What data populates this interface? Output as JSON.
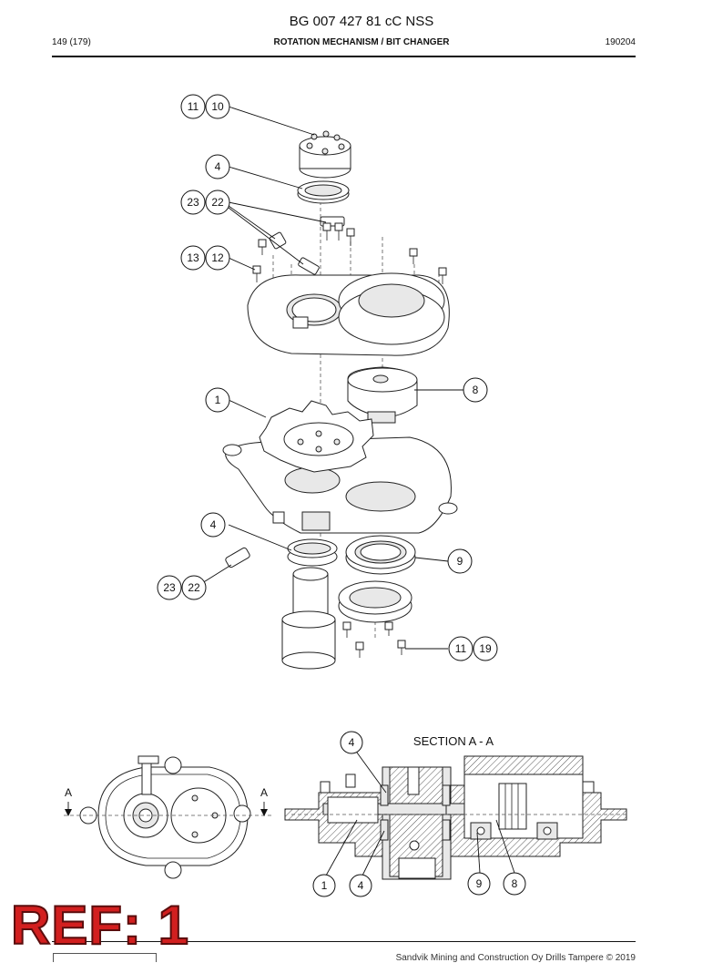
{
  "header": {
    "doc_code": "BG 007 427 81 cC NSS",
    "page": "149 (179)",
    "section": "ROTATION MECHANISM / BIT CHANGER",
    "date": "190204"
  },
  "callouts": {
    "c1110": {
      "a": "11",
      "b": "10"
    },
    "c4_top": "4",
    "c2322_top": {
      "a": "23",
      "b": "22"
    },
    "c1312": {
      "a": "13",
      "b": "12"
    },
    "c8": "8",
    "c1": "1",
    "c4_mid": "4",
    "c9": "9",
    "c2322_low": {
      "a": "23",
      "b": "22"
    },
    "c1119": {
      "a": "11",
      "b": "19"
    }
  },
  "section_view": {
    "title": "SECTION A - A",
    "marker_left": "A",
    "marker_right": "A",
    "c4_top": "4",
    "c1": "1",
    "c4_bottom": "4",
    "c9": "9",
    "c8": "8"
  },
  "stamp": "REF: 1",
  "footer": {
    "copyright": "Sandvik Mining and Construction Oy Drills Tampere © 2019"
  }
}
